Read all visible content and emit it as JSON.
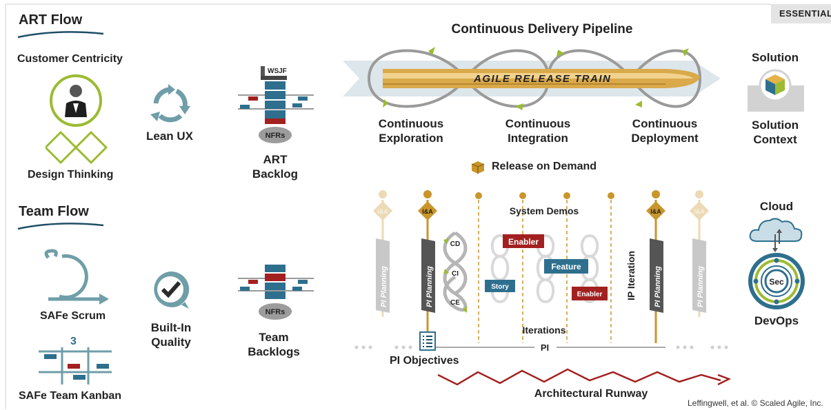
{
  "badge": "ESSENTIAL",
  "art_flow": {
    "title": "ART Flow",
    "customer_centricity": "Customer Centricity",
    "design_thinking": "Design Thinking",
    "lean_ux": "Lean UX",
    "wsjf": "WSJF",
    "nfrs": "NFRs",
    "art_backlog_line1": "ART",
    "art_backlog_line2": "Backlog"
  },
  "team_flow": {
    "title": "Team Flow",
    "safe_scrum": "SAFe Scrum",
    "kanban_number": "3",
    "safe_team_kanban": "SAFe Team Kanban",
    "built_in_line1": "Built-In",
    "built_in_line2": "Quality",
    "nfrs": "NFRs",
    "team_backlogs_line1": "Team",
    "team_backlogs_line2": "Backlogs"
  },
  "pipeline": {
    "title": "Continuous Delivery Pipeline",
    "train_label": "AGILE RELEASE TRAIN",
    "ce_line1": "Continuous",
    "ce_line2": "Exploration",
    "ci_line1": "Continuous",
    "ci_line2": "Integration",
    "cd_line1": "Continuous",
    "cd_line2": "Deployment",
    "release_on_demand": "Release on Demand"
  },
  "solution": {
    "title": "Solution",
    "context_line1": "Solution",
    "context_line2": "Context"
  },
  "pi_area": {
    "system_demos": "System Demos",
    "pi_planning": "PI Planning",
    "iaa": "I&A",
    "cd": "CD",
    "ci": "CI",
    "ce": "CE",
    "enabler_1": "Enabler",
    "feature": "Feature",
    "story": "Story",
    "enabler_2": "Enabler",
    "ip_iteration": "IP Iteration",
    "iterations": "Iterations",
    "pi": "PI",
    "pi_objectives": "PI Objectives",
    "architectural_runway": "Architectural Runway"
  },
  "devops": {
    "cloud": "Cloud",
    "sec": "Sec",
    "devops": "DevOps"
  },
  "footer": {
    "copyright": "Leffingwell, et al. © Scaled Agile, Inc."
  },
  "colors": {
    "green": "#9bbb32",
    "teal": "#2e6f8e",
    "red": "#a32020",
    "gray": "#8a8a8a",
    "gold": "#c9962b",
    "dark": "#222222"
  }
}
